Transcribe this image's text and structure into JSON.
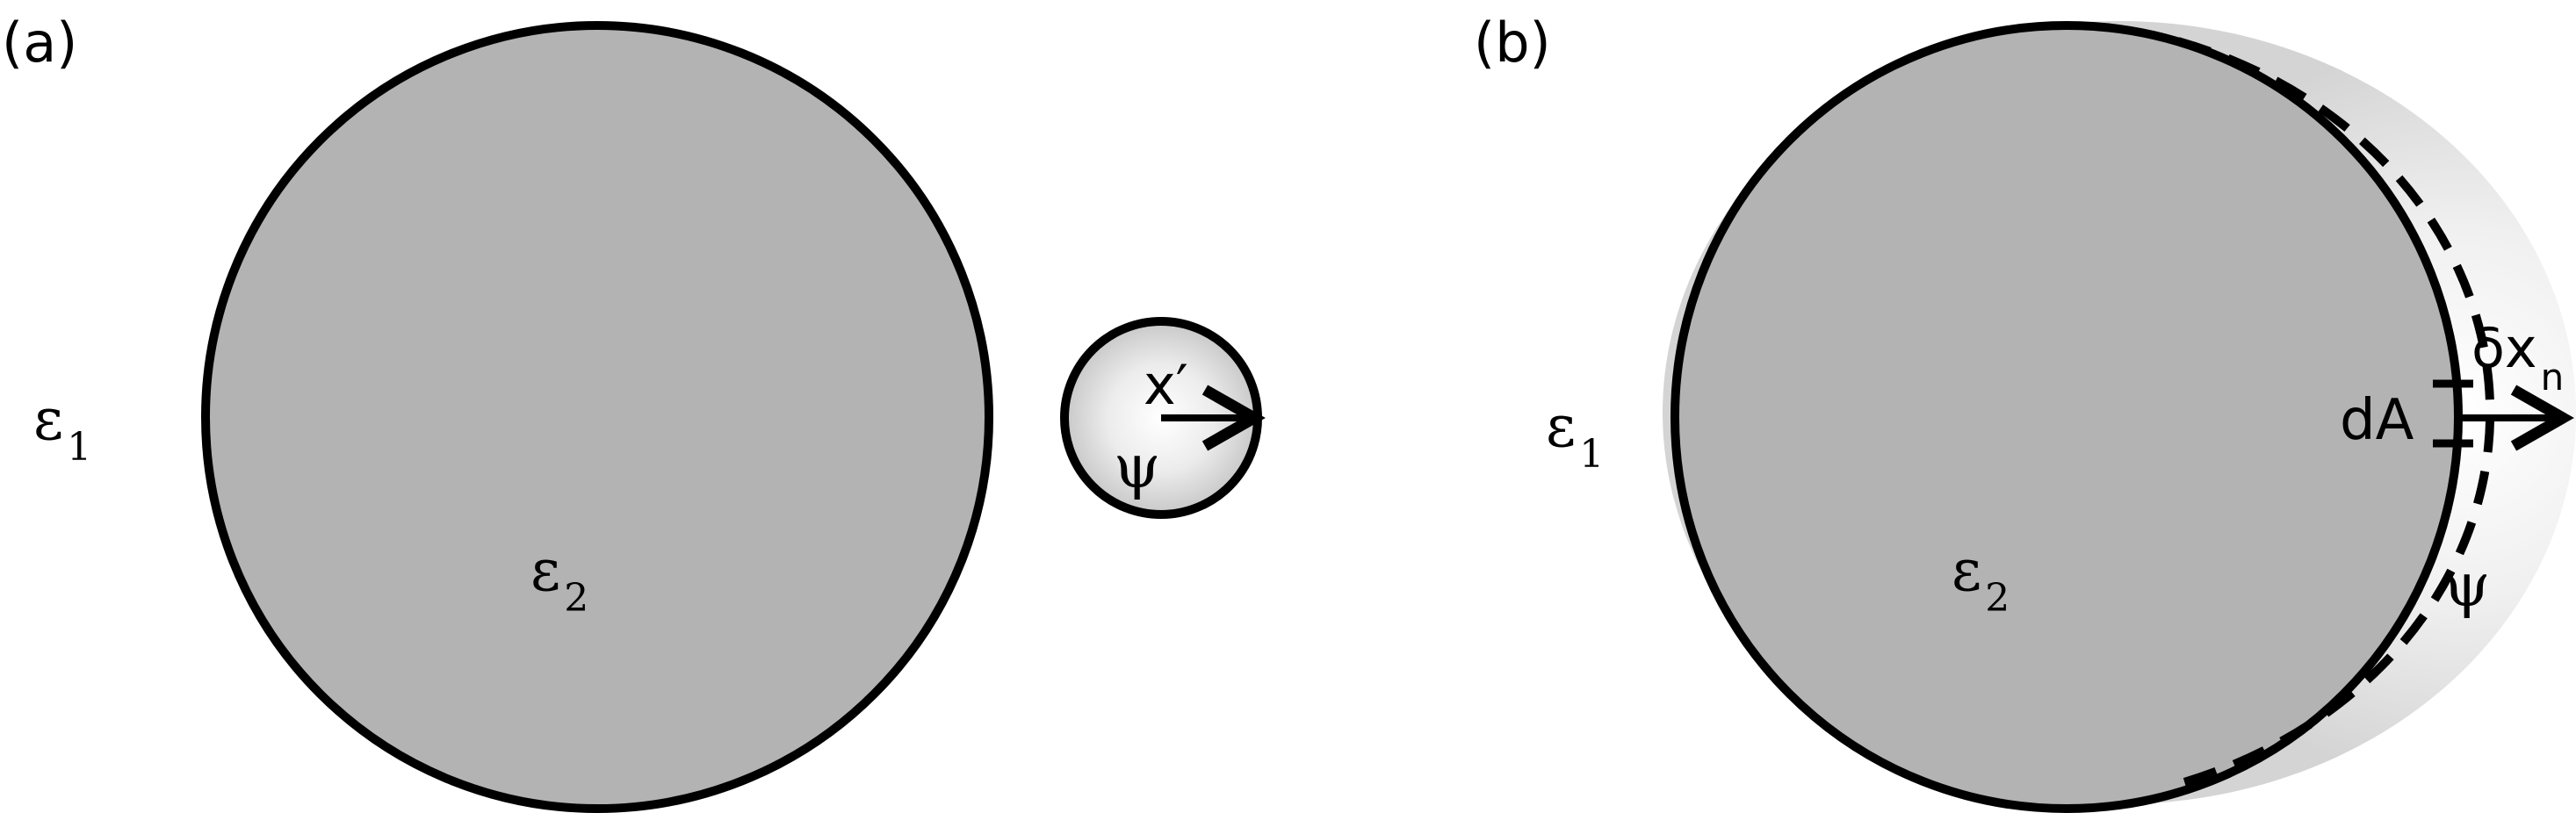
{
  "panel_a": {
    "label": "(a)",
    "outer_medium": "ε",
    "outer_medium_sub": "1",
    "inner_medium": "ε",
    "inner_medium_sub": "2",
    "source_position": "x′",
    "source_field": "ψ"
  },
  "panel_b": {
    "label": "(b)",
    "outer_medium": "ε",
    "outer_medium_sub": "1",
    "inner_medium": "ε",
    "inner_medium_sub": "2",
    "area_element": "dA",
    "displacement": "δx",
    "displacement_sub": "n",
    "field": "ψ"
  },
  "colors": {
    "dielectric_fill": "#b3b3b3",
    "stroke": "#000000",
    "field_glow_center": "#ffffff",
    "field_glow_edge": "#c8c8c8",
    "background": "#ffffff"
  }
}
